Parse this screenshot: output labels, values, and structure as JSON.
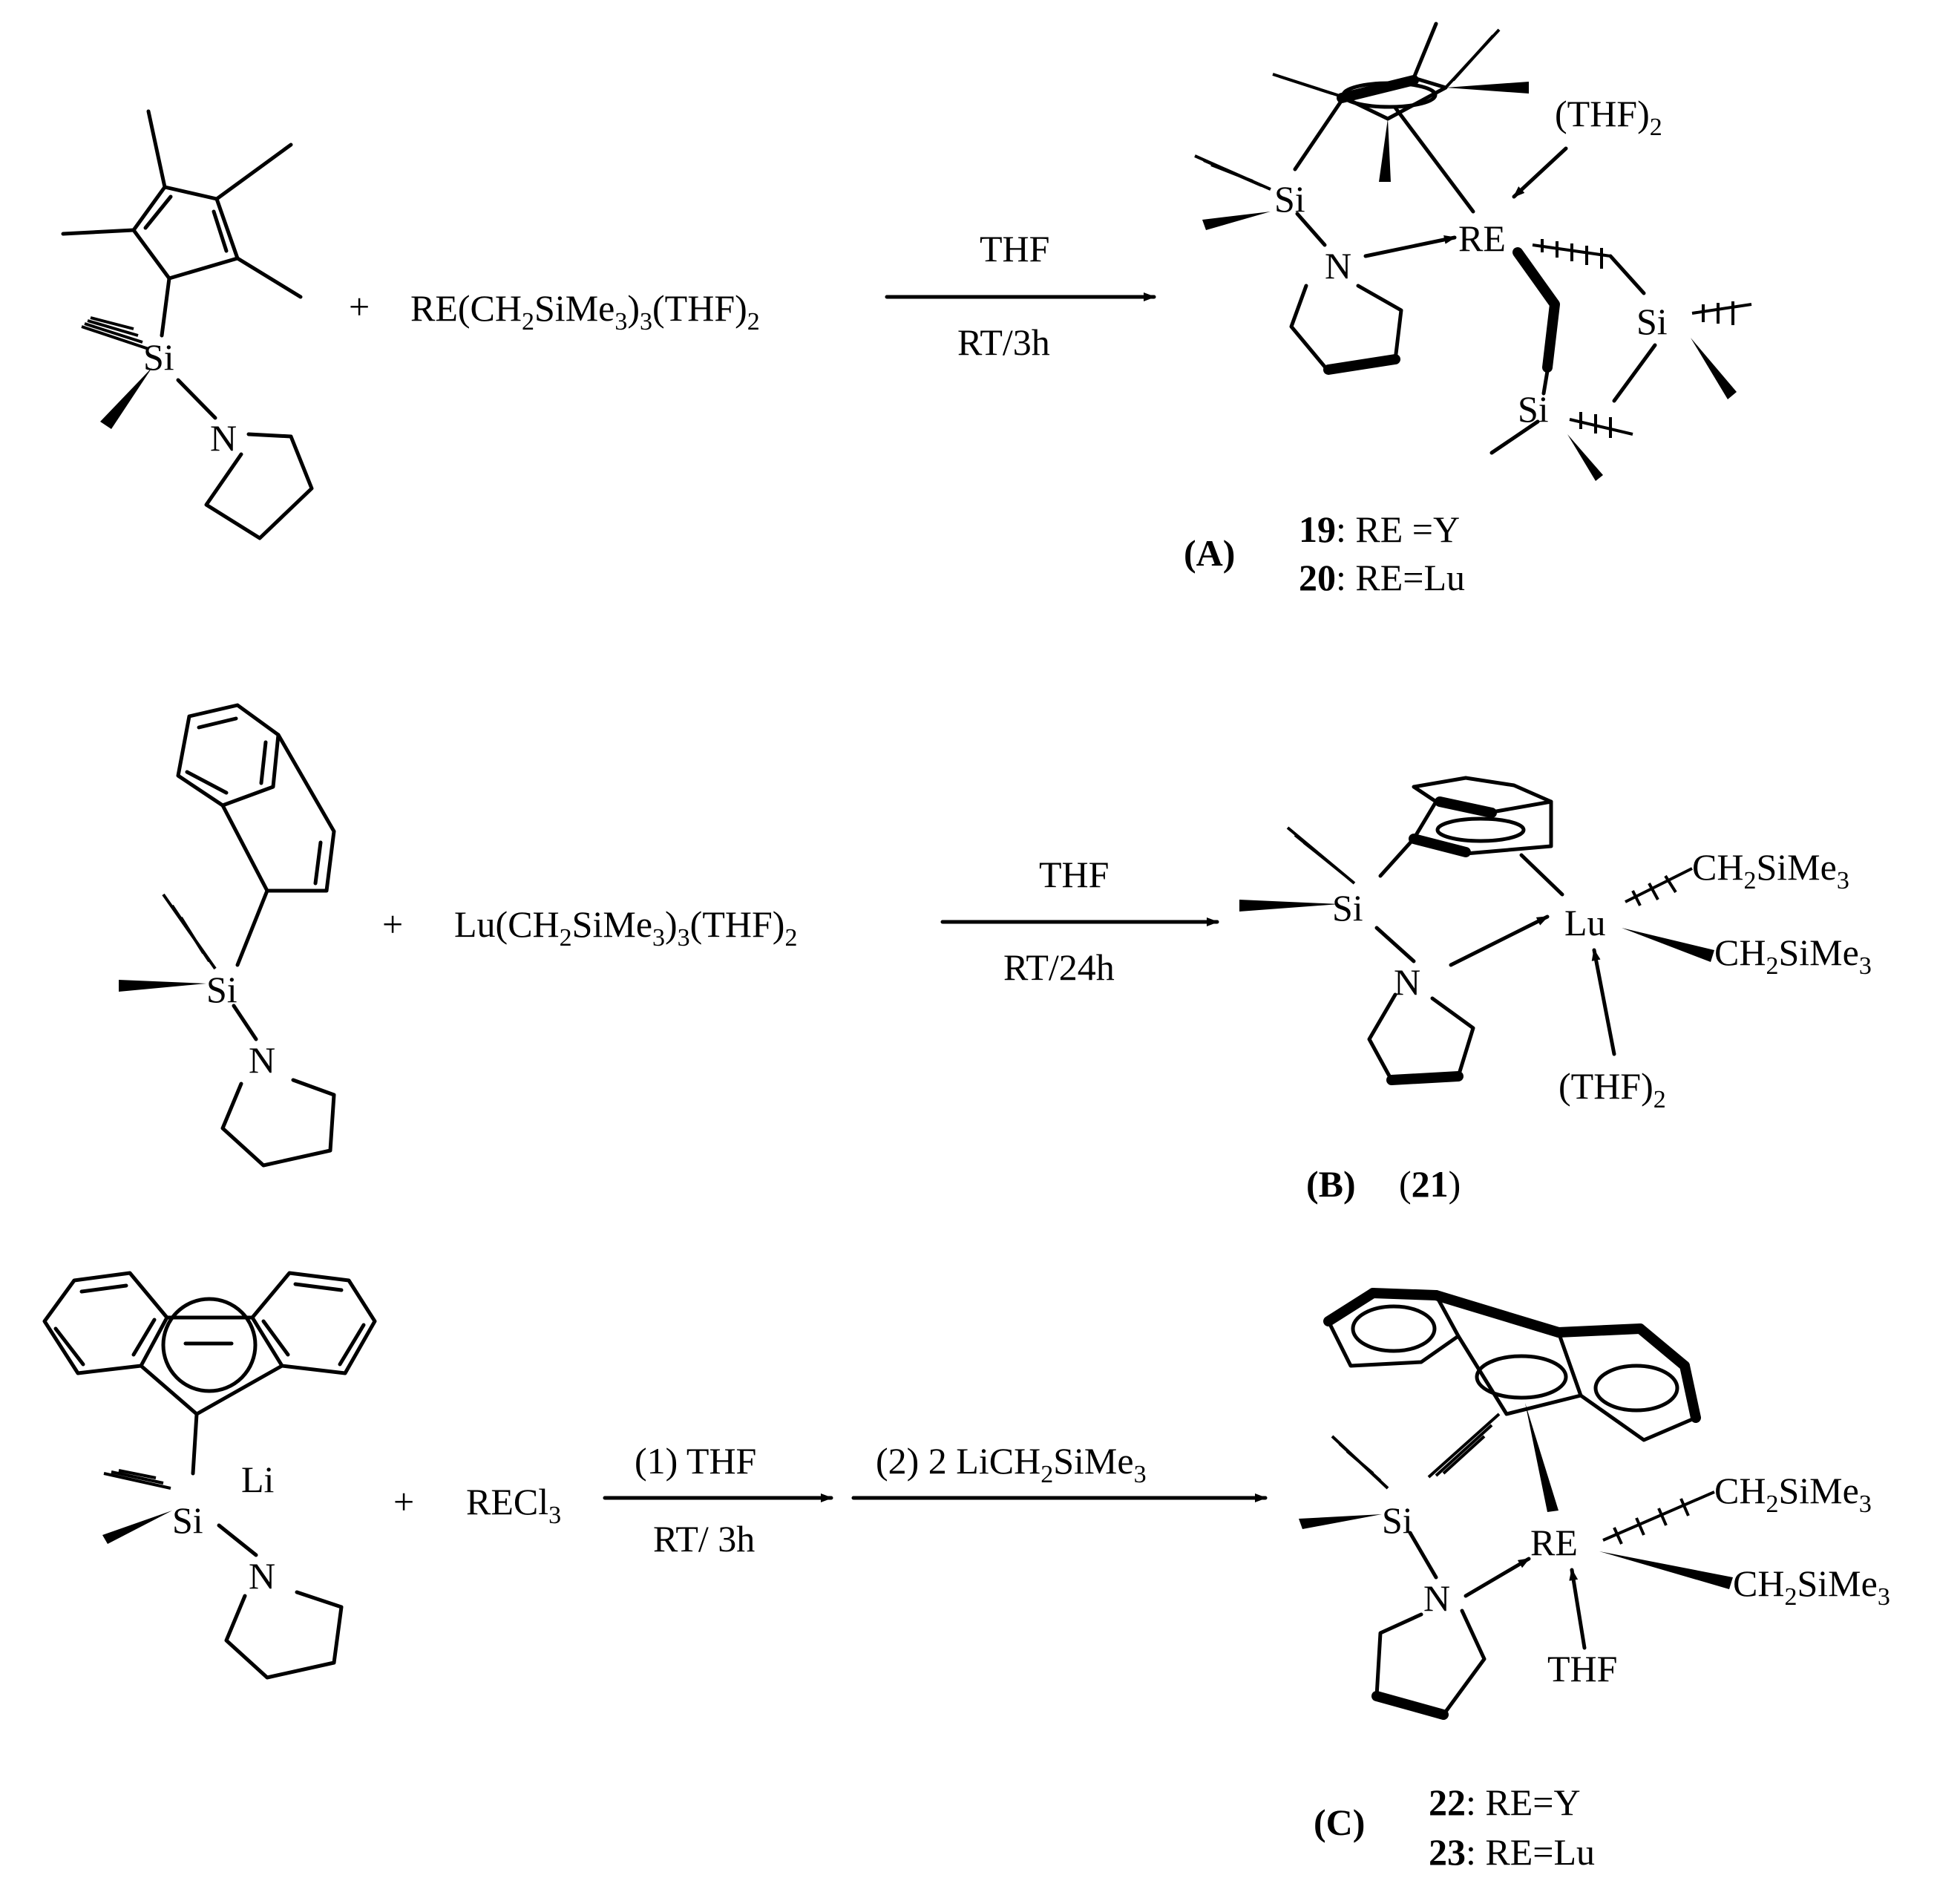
{
  "reactions": [
    {
      "panel_label": "(A)",
      "plus": "+",
      "reactant_label": {
        "main": "RE(CH",
        "sub1": "2",
        "mid": "SiMe",
        "sub2": "3",
        "close": ")",
        "sub3": "3",
        "tail": "(THF)",
        "sub4": "2"
      },
      "conditions_above": "THF",
      "conditions_below": "RT/3h",
      "product_atoms": {
        "si": "Si",
        "n": "N",
        "metal": "RE",
        "thf": "(THF)",
        "thf_sub": "2",
        "si2": "Si",
        "si3": "Si"
      },
      "compounds": [
        {
          "number": "19",
          "text": ": RE =Y"
        },
        {
          "number": "20",
          "text": ": RE=Lu"
        }
      ]
    },
    {
      "panel_label": "(B)",
      "plus": "+",
      "reactant_label": {
        "main": "Lu(CH",
        "sub1": "2",
        "mid": "SiMe",
        "sub2": "3",
        "close": ")",
        "sub3": "3",
        "tail": "(THF)",
        "sub4": "2"
      },
      "conditions_above": "THF",
      "conditions_below": "RT/24h",
      "product_atoms": {
        "si": "Si",
        "n": "N",
        "metal": "Lu",
        "thf": "(THF)",
        "thf_sub": "2",
        "lig1": "CH",
        "lig1_sub": "2",
        "lig1_tail": "SiMe",
        "lig1_sub2": "3",
        "lig2": "CH",
        "lig2_sub": "2",
        "lig2_tail": "SiMe",
        "lig2_sub2": "3"
      },
      "compound_open": "(",
      "compound_number": "21",
      "compound_close": ")"
    },
    {
      "panel_label": "(C)",
      "plus": "+",
      "reactant_li": "Li",
      "reactant_label": {
        "main": "RECl",
        "sub1": "3"
      },
      "step1_above": "(1) THF",
      "step1_below": "RT/ 3h",
      "step2_above": {
        "main": "(2) 2 LiCH",
        "sub1": "2",
        "tail": "SiMe",
        "sub2": "3"
      },
      "product_atoms": {
        "si": "Si",
        "n": "N",
        "metal": "RE",
        "thf": "THF",
        "lig1": "CH",
        "lig1_sub": "2",
        "lig1_tail": "SiMe",
        "lig1_sub2": "3",
        "lig2": "CH",
        "lig2_sub": "2",
        "lig2_tail": "SiMe",
        "lig2_sub2": "3"
      },
      "compounds": [
        {
          "number": "22",
          "text": ": RE=Y"
        },
        {
          "number": "23",
          "text": ": RE=Lu"
        }
      ]
    }
  ],
  "reactant_atoms": {
    "si": "Si",
    "n": "N"
  }
}
